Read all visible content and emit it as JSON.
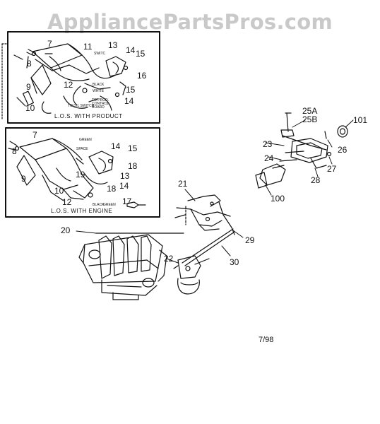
{
  "watermark": "AppliancePartsPros.com",
  "inset_top": {
    "caption": "L.O.S. WITH PRODUCT",
    "callouts": [
      "7",
      "11",
      "13",
      "14",
      "15",
      "8",
      "16",
      "9",
      "12",
      "15",
      "14",
      "10"
    ],
    "small_text": [
      "SWITC",
      "BLACK",
      "WHITE",
      "TO PROD. CONTROL BOARD",
      "TO OIL SWITCH"
    ]
  },
  "inset_bottom": {
    "caption": "L.O.S. WITH ENGINE",
    "callouts": [
      "7",
      "8",
      "14",
      "15",
      "18",
      "9",
      "19",
      "13",
      "14",
      "10",
      "18",
      "12",
      "17"
    ],
    "small_text": [
      "GREEN",
      "SPACE",
      "BLACK",
      "GREEN"
    ]
  },
  "callouts": {
    "c25a": "25A",
    "c25b": "25B",
    "c101": "101",
    "c23": "23",
    "c26": "26",
    "c24": "24",
    "c27": "27",
    "c28": "28",
    "c100": "100",
    "c21": "21",
    "c20": "20",
    "c29": "29",
    "c22": "22",
    "c30": "30"
  },
  "date_code": "7/98",
  "colors": {
    "ink": "#111111",
    "watermark": "#c9c9c9",
    "background": "#ffffff"
  }
}
